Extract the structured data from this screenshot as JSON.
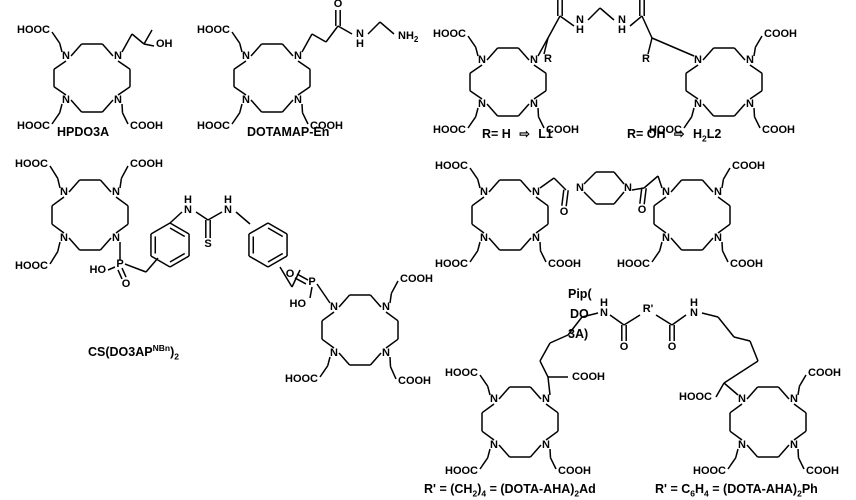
{
  "compounds": [
    {
      "label": "HPDO3A"
    },
    {
      "label": "DOTAMAP-En"
    },
    {
      "label_r_h": "R= H",
      "label_l1": "L1",
      "label_r_oh": "R= OH",
      "label_h2l2": "L2"
    },
    {
      "label_main": "CS(DO3AP",
      "label_sup": "NBn",
      "label_tail": ")",
      "label_sub": "2"
    },
    {
      "label_lines": [
        "Pip(",
        "DO",
        "3A)"
      ]
    },
    {
      "label_ad": "R' = (CH",
      "label_ad_sub": "2",
      "label_ad_tail": ")",
      "label_ad_sub2": "4",
      "label_ad_eq": " = (DOTA-AHA)",
      "label_ad_sub3": "2",
      "label_ad_end": "Ad",
      "label_ph": "R' = C",
      "label_ph_sub": "6",
      "label_ph_mid": "H",
      "label_ph_sub2": "4",
      "label_ph_eq": " = (DOTA-AHA)",
      "label_ph_sub3": "2",
      "label_ph_end": "Ph"
    }
  ],
  "atoms": {
    "cooh_left": "HOOC",
    "cooh_right": "COOH",
    "n": "N",
    "nh": "N",
    "h": "H",
    "oh": "OH",
    "o": "O",
    "s": "S",
    "p": "P",
    "ho": "HO",
    "nh2": "NH",
    "two": "2",
    "r": "R",
    "r_prime": "R'",
    "h2": "H"
  },
  "arrow_glyph": "⇨"
}
